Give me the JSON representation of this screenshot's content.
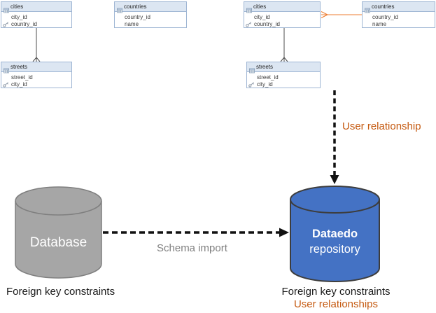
{
  "entities": [
    {
      "name": "cities",
      "columns": [
        {
          "label": "city_id",
          "fk": false
        },
        {
          "label": "country_id",
          "fk": true
        }
      ]
    },
    {
      "name": "countries",
      "columns": [
        {
          "label": "country_id",
          "fk": false
        },
        {
          "label": "name",
          "fk": false
        }
      ]
    },
    {
      "name": "streets",
      "columns": [
        {
          "label": "street_id",
          "fk": false
        },
        {
          "label": "city_id",
          "fk": true
        }
      ]
    },
    {
      "name": "cities",
      "columns": [
        {
          "label": "city_id",
          "fk": false
        },
        {
          "label": "country_id",
          "fk": true
        }
      ]
    },
    {
      "name": "countries",
      "columns": [
        {
          "label": "country_id",
          "fk": false
        },
        {
          "label": "name",
          "fk": false
        }
      ]
    },
    {
      "name": "streets",
      "columns": [
        {
          "label": "street_id",
          "fk": false
        },
        {
          "label": "city_id",
          "fk": true
        }
      ]
    }
  ],
  "cylinders": {
    "database": {
      "label": "Database"
    },
    "repository": {
      "name": "Dataedo",
      "subtitle": "repository"
    }
  },
  "arrows": {
    "user_relationship_label": "User relationship",
    "schema_import_label": "Schema import"
  },
  "captions": {
    "left": "Foreign key constraints",
    "right_line1": "Foreign key constraints",
    "right_line2": "User relationships"
  },
  "colors": {
    "orange_line": "#ED7D31",
    "orange_text": "#C55A11",
    "table_header_bg": "#DCE6F2",
    "table_border": "#9FB6D4",
    "database_fill": "#A6A6A6",
    "database_stroke": "#7F7F7F",
    "repository_fill": "#4472C4",
    "repository_stroke": "#3D3D3D",
    "arrow_black": "#111111",
    "muted_text": "#808080"
  }
}
